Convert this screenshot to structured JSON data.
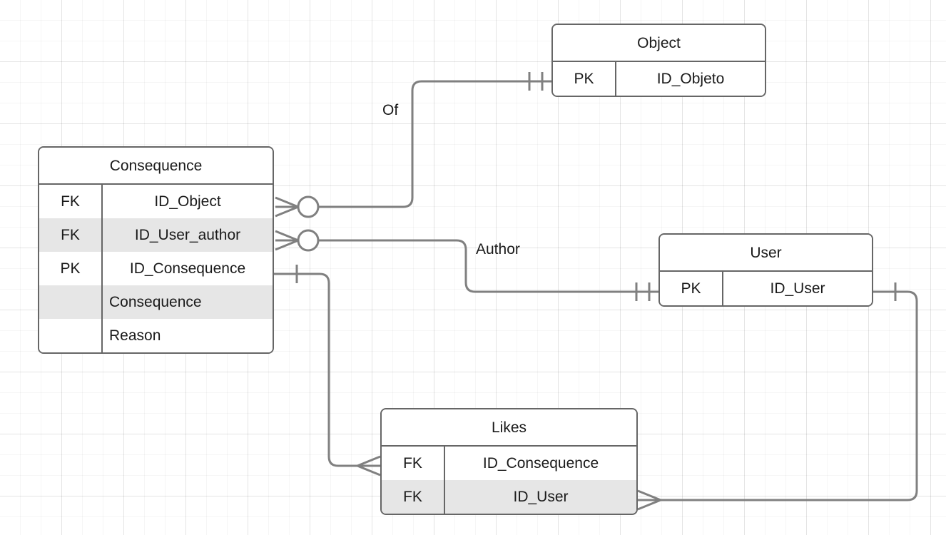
{
  "diagram": {
    "type": "entity-relationship-diagram",
    "notation": "crows-foot",
    "background": "#ffffff",
    "grid_color": "#ececec",
    "entity_border_color": "#666666",
    "shaded_row_color": "#e6e6e6",
    "connector_color": "#808080",
    "text_color": "#1a1a1a"
  },
  "entities": [
    {
      "name": "Consequence",
      "attributes": [
        {
          "key": "FK",
          "name": "ID_Object",
          "shaded": false,
          "align": "center"
        },
        {
          "key": "FK",
          "name": "ID_User_author",
          "shaded": true,
          "align": "center"
        },
        {
          "key": "PK",
          "name": "ID_Consequence",
          "shaded": false,
          "align": "center"
        },
        {
          "key": "",
          "name": "Consequence",
          "shaded": true,
          "align": "left"
        },
        {
          "key": "",
          "name": "Reason",
          "shaded": false,
          "align": "left"
        }
      ]
    },
    {
      "name": "Object",
      "attributes": [
        {
          "key": "PK",
          "name": "ID_Objeto",
          "shaded": false,
          "align": "center"
        }
      ]
    },
    {
      "name": "User",
      "attributes": [
        {
          "key": "PK",
          "name": "ID_User",
          "shaded": false,
          "align": "center"
        }
      ]
    },
    {
      "name": "Likes",
      "attributes": [
        {
          "key": "FK",
          "name": "ID_Consequence",
          "shaded": false,
          "align": "center"
        },
        {
          "key": "FK",
          "name": "ID_User",
          "shaded": true,
          "align": "center"
        }
      ]
    }
  ],
  "relationships": [
    {
      "label": "Of",
      "from_entity": "Consequence",
      "from_attribute": "ID_Object",
      "from_cardinality": "zero-or-many",
      "to_entity": "Object",
      "to_attribute": "ID_Objeto",
      "to_cardinality": "one-and-only-one"
    },
    {
      "label": "Author",
      "from_entity": "Consequence",
      "from_attribute": "ID_User_author",
      "from_cardinality": "zero-or-many",
      "to_entity": "User",
      "to_attribute": "ID_User",
      "to_cardinality": "one-and-only-one"
    },
    {
      "label": "",
      "from_entity": "Consequence",
      "from_attribute": "ID_Consequence",
      "from_cardinality": "one",
      "to_entity": "Likes",
      "to_attribute": "ID_Consequence",
      "to_cardinality": "many"
    },
    {
      "label": "",
      "from_entity": "Likes",
      "from_attribute": "ID_User",
      "from_cardinality": "many",
      "to_entity": "User",
      "to_attribute": "ID_User",
      "to_cardinality": "one"
    }
  ]
}
